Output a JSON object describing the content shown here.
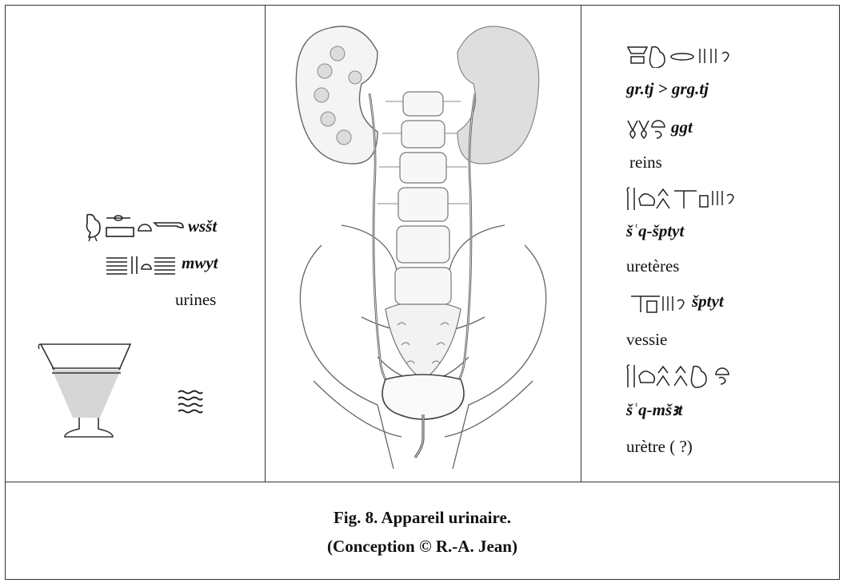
{
  "left": {
    "term1": "wsšt",
    "term2": "mwyt",
    "gloss": "urines"
  },
  "right": {
    "t1_translit": "gr.tj > grg.tj",
    "t2_translit": "ggt",
    "t2_gloss": "reins",
    "t3_translit": "šʿq-šptyt",
    "t3_gloss": "uretères",
    "t4_translit": "šptyt",
    "t4_gloss": "vessie",
    "t5_translit": "šʿq-mšꜣt",
    "t5_gloss": "urètre ( ?)"
  },
  "caption": {
    "line1": "Fig. 8. Appareil urinaire.",
    "line2": "(Conception © R.-A. Jean)"
  }
}
